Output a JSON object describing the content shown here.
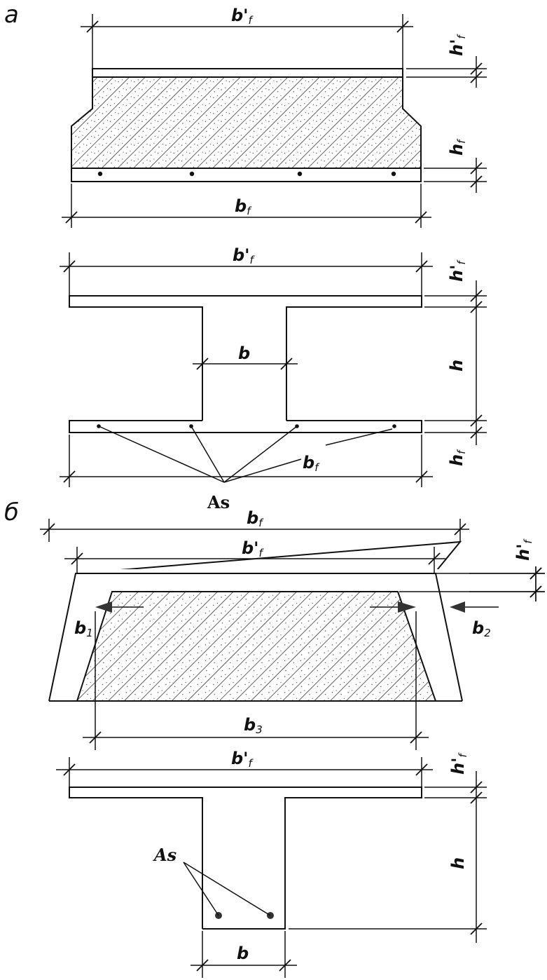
{
  "figure": {
    "part_a": "а",
    "part_b": "б",
    "as_label": "As"
  },
  "diagram_a": {
    "slab": {
      "top_width": "b'",
      "top_width_sub": "f",
      "bottom_width": "b",
      "bottom_width_sub": "f",
      "top_thickness": "h'",
      "top_thickness_sub": "f",
      "bottom_thickness": "h",
      "bottom_thickness_sub": "f"
    },
    "section": {
      "top_width": "b'",
      "top_width_sub": "f",
      "web_width": "b",
      "bottom_width": "b",
      "bottom_width_sub": "f",
      "height": "h",
      "top_thickness": "h'",
      "top_thickness_sub": "f",
      "bottom_thickness": "h",
      "bottom_thickness_sub": "f"
    }
  },
  "diagram_b": {
    "slab": {
      "bottom_width": "b",
      "bottom_width_sub": "f",
      "top_width": "b'",
      "top_width_sub": "f",
      "b1": "b",
      "b1_sub": "1",
      "b2": "b",
      "b2_sub": "2",
      "b3": "b",
      "b3_sub": "3",
      "top_thickness": "h'",
      "top_thickness_sub": "f"
    },
    "section": {
      "top_width": "b'",
      "top_width_sub": "f",
      "web_width": "b",
      "height": "h",
      "top_thickness": "h'",
      "top_thickness_sub": "f"
    }
  }
}
